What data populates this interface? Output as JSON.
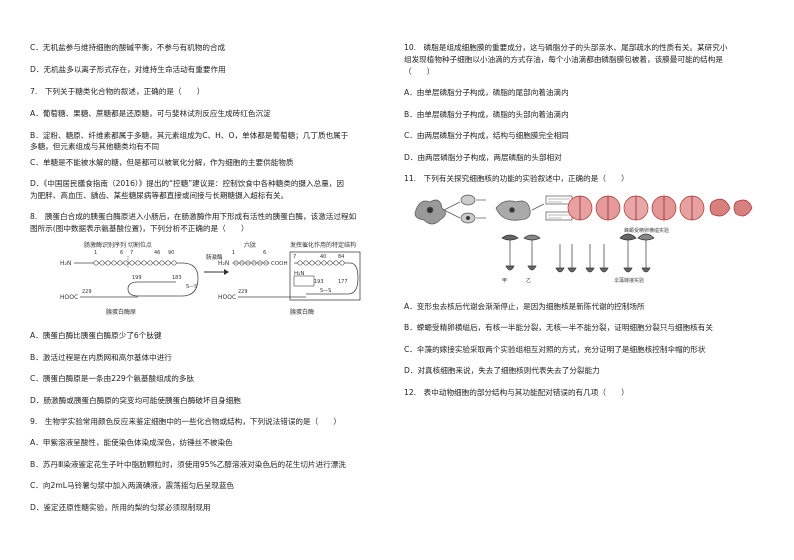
{
  "left": {
    "q6": {
      "c": "C．无机盐参与维持细胞的酸碱平衡，不参与有机物的合成",
      "d": "D．无机盐多以离子形式存在，对维持生命活动有重要作用"
    },
    "q7": {
      "stem": "7.　下列关于糖类化合物的叙述，正确的是（　　）",
      "a": "A．葡萄糖、果糖、蔗糖都是还原糖，可与斐林试剂反应生成砖红色沉淀",
      "b1": "B．淀粉、糖原、纤维素都属于多糖，其元素组成为C、H、O，单体都是葡萄糖；几丁质也属于",
      "b2": "多糖，但元素组成与其他糖类均有不同",
      "c": "C．单糖是不能被水解的糖，但是都可以被氧化分解，作为细胞的主要供能物质",
      "d1": "D．《中国居民膳食指南（2016）》提出的“控糖”建议是：控制饮食中各种糖类的摄入总量，因",
      "d2": "为肥胖、高血压、龋齿、某些糖尿病等都直接或间接与长期糖摄入超标有关。"
    },
    "q8": {
      "stem1": "8.　胰蛋白合成的胰蛋白酶原进入小肠后，在肠激酶作用下形成有活性的胰蛋白酶，该激活过程如",
      "stem2": "图所示(图中数据表示氨基酸位置)，下列分析不正确的是（　　）",
      "diagram": {
        "cut_label": "肠激酶识别序列 切割位点",
        "pos": [
          "1",
          "6",
          "7",
          "46",
          "90",
          "199",
          "183",
          "229"
        ],
        "h2n": "H₂N",
        "hooc": "HOOC",
        "left_caption": "胰蛋白酶原",
        "enzyme": "肠激酶",
        "hexapeptide": "六肽",
        "hex_pos": [
          "1",
          "6"
        ],
        "cooh": "COOH",
        "active_site": "发挥催化作用的特定结构",
        "right_pos": [
          "7",
          "40",
          "84",
          "193",
          "177",
          "229"
        ],
        "right_caption": "胰蛋白酶",
        "ss": "S—S"
      },
      "a": "A．胰蛋白酶比胰蛋白酶原少了6个肽键",
      "b": "B．激活过程是在内质网和高尔基体中进行",
      "c": "C．胰蛋白酶原是一条由229个氨基酸组成的多肽",
      "d": "D．肠激酶或胰蛋白酶原的突变均可能使胰蛋白酶破坏自身细胞"
    },
    "q9": {
      "stem": "9.　生物学实验常用颜色反应来鉴定细胞中的一些化合物或结构，下列说法错误的是（　　）",
      "a": "A．甲紫溶液呈酸性，能使染色体染成深色，纺锤丝不被染色",
      "b": "B．苏丹Ⅲ染液鉴定花生子叶中脂肪颗粒时，须使用95%乙醇溶液对染色后的花生切片进行漂洗",
      "c": "C．向2mL马铃薯匀浆中加入两滴碘液，震荡摇匀后呈现蓝色",
      "d": "D．鉴定还原性糖实验，所用的梨的匀浆必须现制现用"
    }
  },
  "right": {
    "q10": {
      "stem1": "10.　磷脂是组成细胞膜的重要成分，这与磷脂分子的头部亲水、尾部疏水的性质有关。某研究小",
      "stem2": "组发现植物种子细胞以小油滴的方式存油，每个小油滴都由磷脂膜包被着，该膜最可能的结构是",
      "stem3": "（　　）",
      "a": "A．由单层磷脂分子构成，磷脂的尾部向着油滴内",
      "b": "B．由单层磷脂分子构成，磷脂的头部向着油滴内",
      "c": "C．由两层磷脂分子构成，结构与细胞膜完全相同",
      "d": "D．由两层磷脂分子构成，两层磷脂的头部相对"
    },
    "q11": {
      "stem": "11.　下列有关探究细胞核的功能的实验叙述中，正确的是（　　）",
      "fig_caption_1": "蝾螈受精卵横缢实验",
      "fig_caption_2": "伞藻嫁接实验",
      "fig_labels": [
        "甲",
        "乙"
      ],
      "a": "A．变形虫去核后代谢会渐渐停止，是因为细胞核是新陈代谢的控制场所",
      "b": "B．蝾螈受精卵横缢后，有核一半能分裂，无核一半不能分裂，证明细胞分裂只与细胞核有关",
      "c": "C．伞藻的嫁接实验采取两个实验组相互对照的方式，充分证明了是细胞核控制伞帽的形状",
      "d": "D．对真核细胞来说，失去了细胞核则代表失去了分裂能力"
    },
    "q12": {
      "stem": "12.　表中动物细胞的部分结构与其功能配对错误的有几项（　　）"
    }
  }
}
